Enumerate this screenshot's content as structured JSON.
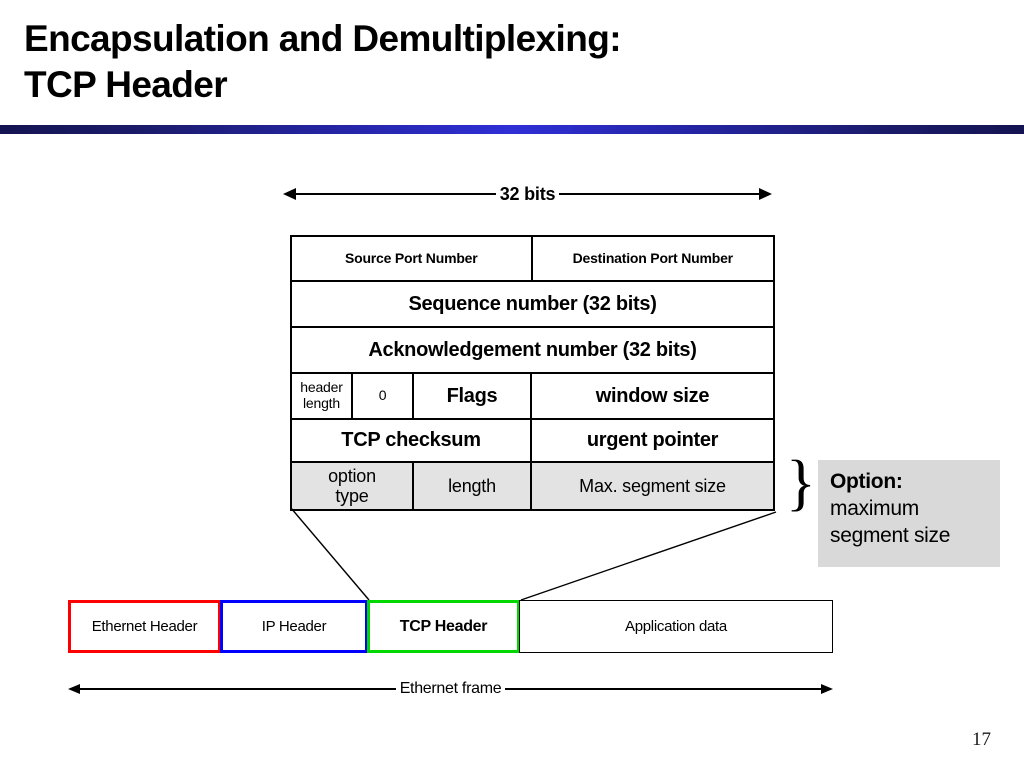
{
  "slide": {
    "title_line1": "Encapsulation and Demultiplexing:",
    "title_line2": "TCP Header",
    "page_number": "17",
    "accent_color": "#2525a8"
  },
  "bits_ruler": {
    "label": "32 bits"
  },
  "tcp_header_table": {
    "rows": [
      {
        "name": "ports-row",
        "cells": [
          {
            "label": "Source Port Number",
            "style": "small-bold"
          },
          {
            "label": "Destination Port Number",
            "style": "small-bold"
          }
        ]
      },
      {
        "name": "sequence-row",
        "cells": [
          {
            "label": "Sequence number (32 bits)",
            "style": "big-bold"
          }
        ]
      },
      {
        "name": "acknowledgement-row",
        "cells": [
          {
            "label": "Acknowledgement number (32 bits)",
            "style": "big-bold"
          }
        ]
      },
      {
        "name": "flags-row",
        "cells": [
          {
            "label": "header length",
            "style": "tiny-reg"
          },
          {
            "label": "0",
            "style": "tiny-reg"
          },
          {
            "label": "Flags",
            "style": "big-bold"
          },
          {
            "label": "window size",
            "style": "big-bold"
          }
        ]
      },
      {
        "name": "checksum-row",
        "cells": [
          {
            "label": "TCP checksum",
            "style": "big-bold"
          },
          {
            "label": "urgent pointer",
            "style": "big-bold"
          }
        ]
      },
      {
        "name": "option-row",
        "highlight_color": "#e3e3e3",
        "cells": [
          {
            "label_line1": "option",
            "label_line2": "type",
            "style": "mid-reg"
          },
          {
            "label": "length",
            "style": "mid-reg"
          },
          {
            "label": "Max. segment size",
            "style": "mid-reg"
          }
        ]
      }
    ]
  },
  "option_callout": {
    "brace": "}",
    "title": "Option:",
    "line1": "maximum",
    "line2": "segment size",
    "background_color": "#d9d9d9"
  },
  "ethernet_frame": {
    "ruler_label": "Ethernet frame",
    "segments": [
      {
        "label": "Ethernet Header",
        "border_color": "#ff0000"
      },
      {
        "label": "IP Header",
        "border_color": "#0000ff"
      },
      {
        "label": "TCP Header",
        "border_color": "#00d800"
      },
      {
        "label": "Application data",
        "border_color": "#000000"
      }
    ]
  }
}
